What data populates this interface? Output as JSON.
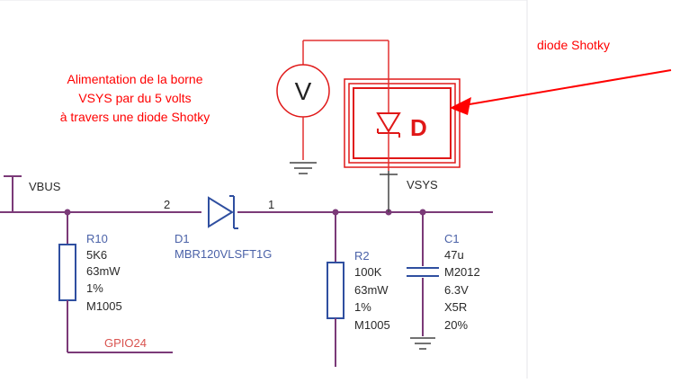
{
  "annotations": {
    "note_lines": [
      "Alimentation de la borne",
      "VSYS par du 5 volts",
      "à travers une diode Shotky"
    ],
    "arrow_label": "diode Shotky"
  },
  "nets": {
    "vbus": "VBUS",
    "vsys": "VSYS",
    "gpio": "GPIO24"
  },
  "diode_d1": {
    "ref": "D1",
    "part": "MBR120VLSFT1G",
    "pin_anode": "2",
    "pin_cathode": "1"
  },
  "resistor_r10": {
    "ref": "R10",
    "value": "5K6",
    "power": "63mW",
    "tolerance": "1%",
    "package": "M1005"
  },
  "resistor_r2": {
    "ref": "R2",
    "value": "100K",
    "power": "63mW",
    "tolerance": "1%",
    "package": "M1005"
  },
  "capacitor_c1": {
    "ref": "C1",
    "value": "47u",
    "package": "M2012",
    "voltage": "6.3V",
    "dielectric": "X5R",
    "tolerance": "20%"
  },
  "added_parts": {
    "voltmeter_symbol": "V",
    "diode_symbol": "D"
  },
  "colors": {
    "wire": "#7b3a78",
    "component": "#2f4fa0",
    "annotation": "#ff0000",
    "ground": "#444444"
  }
}
